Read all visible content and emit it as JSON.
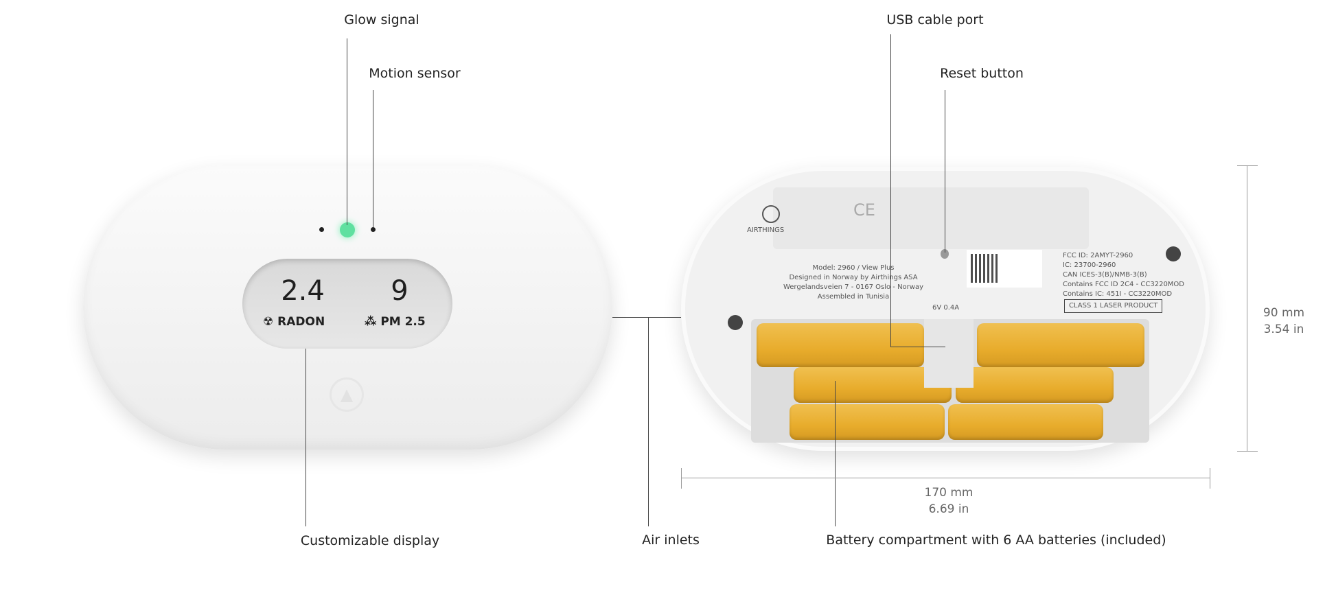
{
  "callouts": {
    "glow_signal": "Glow signal",
    "motion_sensor": "Motion sensor",
    "usb_port": "USB cable port",
    "reset_button": "Reset button",
    "display": "Customizable display",
    "air_inlets": "Air inlets",
    "battery": "Battery compartment with 6 AA batteries (included)"
  },
  "display": {
    "radon_value": "2.4",
    "radon_label": "RADON",
    "pm_value": "9",
    "pm_label": "PM 2.5"
  },
  "dimensions": {
    "height_mm": "90 mm",
    "height_in": "3.54 in",
    "width_mm": "170 mm",
    "width_in": "6.69 in"
  },
  "back_label": {
    "brand": "AIRTHINGS",
    "model_lines": [
      "Model: 2960 / View Plus",
      "Designed in Norway by Airthings ASA",
      "Wergelandsveien 7 - 0167 Oslo - Norway",
      "Assembled in Tunisia"
    ],
    "cert_lines": [
      "FCC ID: 2AMYT-2960",
      "IC: 23700-2960",
      "CAN ICES-3(B)/NMB-3(B)",
      "Contains FCC ID 2C4 - CC3220MOD",
      "Contains IC: 451I - CC3220MOD"
    ],
    "laser": "CLASS 1 LASER PRODUCT",
    "power": "6V 0.4A",
    "ce": "CE"
  },
  "colors": {
    "glow": "#5fe0a0",
    "battery": "#e8ac2c"
  }
}
